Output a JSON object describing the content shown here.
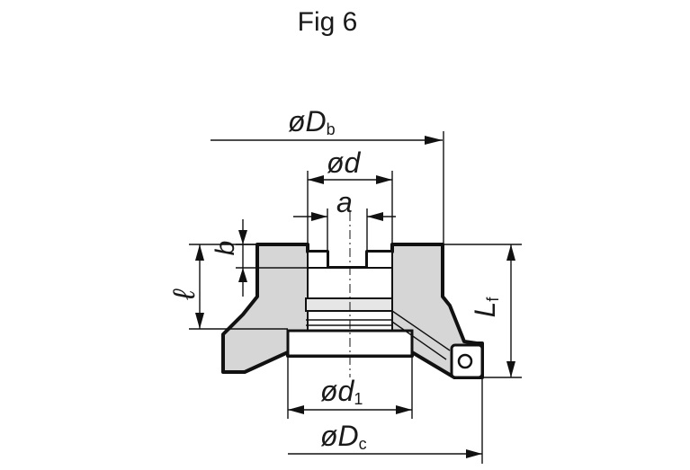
{
  "figure": {
    "title": "Fig 6"
  },
  "dimensions": {
    "Db": {
      "sym": "øD",
      "sub": "b"
    },
    "d": {
      "sym": "ød",
      "sub": ""
    },
    "a": {
      "sym": "a",
      "sub": ""
    },
    "b": {
      "sym": "b",
      "sub": ""
    },
    "l": {
      "sym": "ℓ",
      "sub": ""
    },
    "Lf": {
      "sym": "L",
      "sub": "f"
    },
    "d1": {
      "sym": "ød",
      "sub": "1"
    },
    "Dc": {
      "sym": "øD",
      "sub": "c"
    }
  }
}
